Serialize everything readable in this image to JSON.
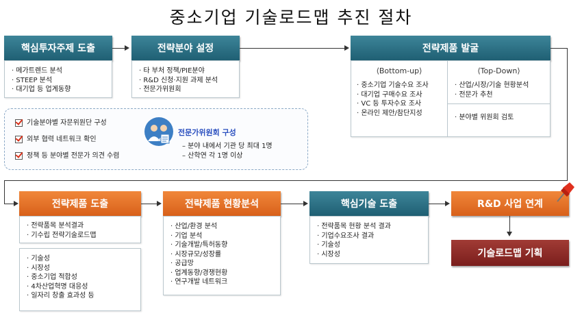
{
  "title": "중소기업 기술로드맵 추진 절차",
  "stage1": {
    "header": "핵심투자주제 도출",
    "items": [
      "메가트렌드 분석",
      "STEEP 분석",
      "대기업 등 업계동향"
    ]
  },
  "stage2": {
    "header": "전략분야 설정",
    "items": [
      "타 부처 정책/PIE분야",
      "R&D 신청·지원 과제 분석",
      "전문가위원회"
    ]
  },
  "stage3": {
    "header": "전략제품 발굴",
    "bottom_up": {
      "label": "⟨Bottom-up⟩",
      "items": [
        "중소기업 기술수요 조사",
        "대기업 구매수요 조사",
        "VC 등 투자수요 조사",
        "온라인 제안/참단지성"
      ]
    },
    "top_down": {
      "label": "⟨Top-Down⟩",
      "items": [
        "산업/시장/기술 현황분석",
        "전문가 추천"
      ],
      "extra": "분야별 위원회 검토"
    }
  },
  "committee": {
    "checks": [
      "기술분야별 자문위원단 구성",
      "외부 협력 네트워크 확인",
      "정책 등 분야별 전문가 의견 수렴"
    ],
    "title": "전문가위원회 구성",
    "details": [
      "– 분야 내에서 기관 당 최대 1명",
      "– 산학연 각 1명 이상"
    ]
  },
  "stage4": {
    "header": "전략제품 도출",
    "items_a": [
      "전략품목 분석결과",
      "기수립 전략기술로드맵"
    ],
    "items_b": [
      "기술성",
      "시장성",
      "중소기업 적합성",
      "4차산업혁명 대응성",
      "일자리 창출 효과성 등"
    ]
  },
  "stage5": {
    "header": "전략제품 현황분석",
    "items": [
      "산업/환경 분석",
      "기업 분석",
      "기술개발/특허동향",
      "시장규모/성장률",
      "공급망",
      "업계동향/경쟁현황",
      "연구개발 네트워크"
    ]
  },
  "stage6": {
    "header": "핵심기술 도출",
    "items": [
      "전략품목 현황 분석 결과",
      "기업수요조사 결과",
      "기술성",
      "시장성"
    ]
  },
  "stage7": {
    "header": "R&D 사업 연계"
  },
  "final": {
    "label": "기술로드맵 기획"
  },
  "colors": {
    "teal": "#1f5f73",
    "orange": "#d8601a",
    "dark_red": "#7a1e1c"
  }
}
